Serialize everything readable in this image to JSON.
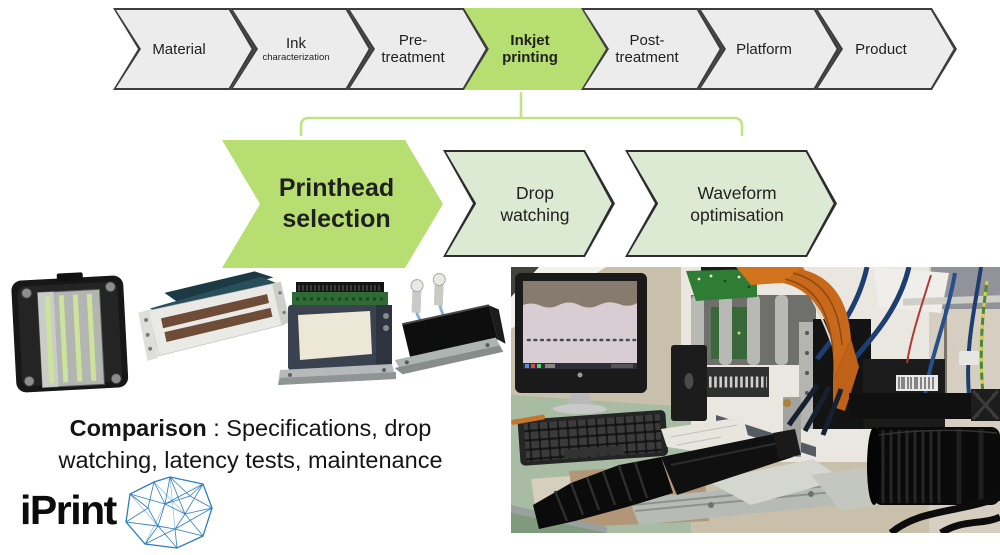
{
  "flow": {
    "steps": [
      {
        "line1": "Material",
        "line2": ""
      },
      {
        "line1": "Ink",
        "line2": "characterization"
      },
      {
        "line1": "Pre-",
        "line2": "treatment"
      },
      {
        "line1": "Inkjet",
        "line2": "printing"
      },
      {
        "line1": "Post-",
        "line2": "treatment"
      },
      {
        "line1": "Platform",
        "line2": ""
      },
      {
        "line1": "Product",
        "line2": ""
      }
    ],
    "substeps": [
      {
        "line1": "Printhead",
        "line2": "selection"
      },
      {
        "line1": "Drop",
        "line2": "watching"
      },
      {
        "line1": "Waveform",
        "line2": "optimisation"
      }
    ]
  },
  "comparison": {
    "bold": "Comparison",
    "rest": " : Specifications, drop watching, latency tests, maintenance"
  },
  "logo": {
    "text": "iPrint"
  },
  "images": {
    "printheads": "four inkjet printhead product photos",
    "lab_photo": "drop-watching lab setup with monitor, keyboard and camera rig"
  },
  "colors": {
    "highlight_green": "#b7de71",
    "light_green": "#dcead3",
    "step_gray": "#ececec",
    "outline_dark": "#3d3d3d",
    "bracket_green": "#c1e483",
    "logo_blue": "#2d7dc1"
  }
}
